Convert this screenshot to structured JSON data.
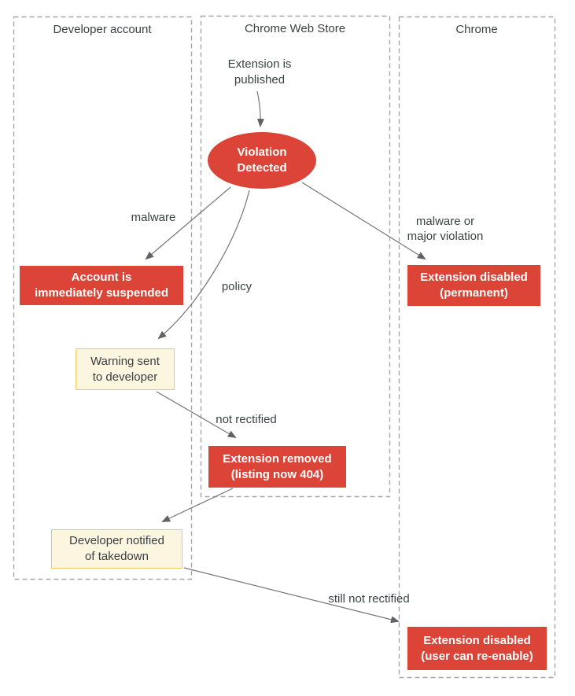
{
  "lanes": [
    {
      "label": "Developer account"
    },
    {
      "label": "Chrome Web Store"
    },
    {
      "label": "Chrome"
    }
  ],
  "nodes": {
    "extension_published": {
      "text": "Extension is\npublished"
    },
    "violation_detected": {
      "text": "Violation\nDetected"
    },
    "account_suspended": {
      "text": "Account is\nimmediately suspended"
    },
    "extension_disabled_permanent": {
      "text": "Extension disabled\n(permanent)"
    },
    "warning_sent": {
      "text": "Warning sent\nto developer"
    },
    "extension_removed": {
      "text": "Extension removed\n(listing now 404)"
    },
    "developer_notified": {
      "text": "Developer notified\nof takedown"
    },
    "extension_disabled_user": {
      "text": "Extension disabled\n(user can re-enable)"
    }
  },
  "edges": [
    {
      "from": "extension_published",
      "to": "violation_detected",
      "label": ""
    },
    {
      "from": "violation_detected",
      "to": "account_suspended",
      "label": "malware"
    },
    {
      "from": "violation_detected",
      "to": "warning_sent",
      "label": "policy"
    },
    {
      "from": "violation_detected",
      "to": "extension_disabled_permanent",
      "label": "malware or\nmajor violation"
    },
    {
      "from": "warning_sent",
      "to": "extension_removed",
      "label": "not rectified"
    },
    {
      "from": "extension_removed",
      "to": "developer_notified",
      "label": ""
    },
    {
      "from": "developer_notified",
      "to": "extension_disabled_user",
      "label": "still not rectified"
    }
  ],
  "colors": {
    "danger_node": "#db4437",
    "danger_node_text": "#ffffff",
    "warning_node_bg": "#fcf5df",
    "warning_node_border": "#f0c75b",
    "text": "#3c4043",
    "lane_border": "#a6a6a6",
    "arrow": "#757575"
  }
}
